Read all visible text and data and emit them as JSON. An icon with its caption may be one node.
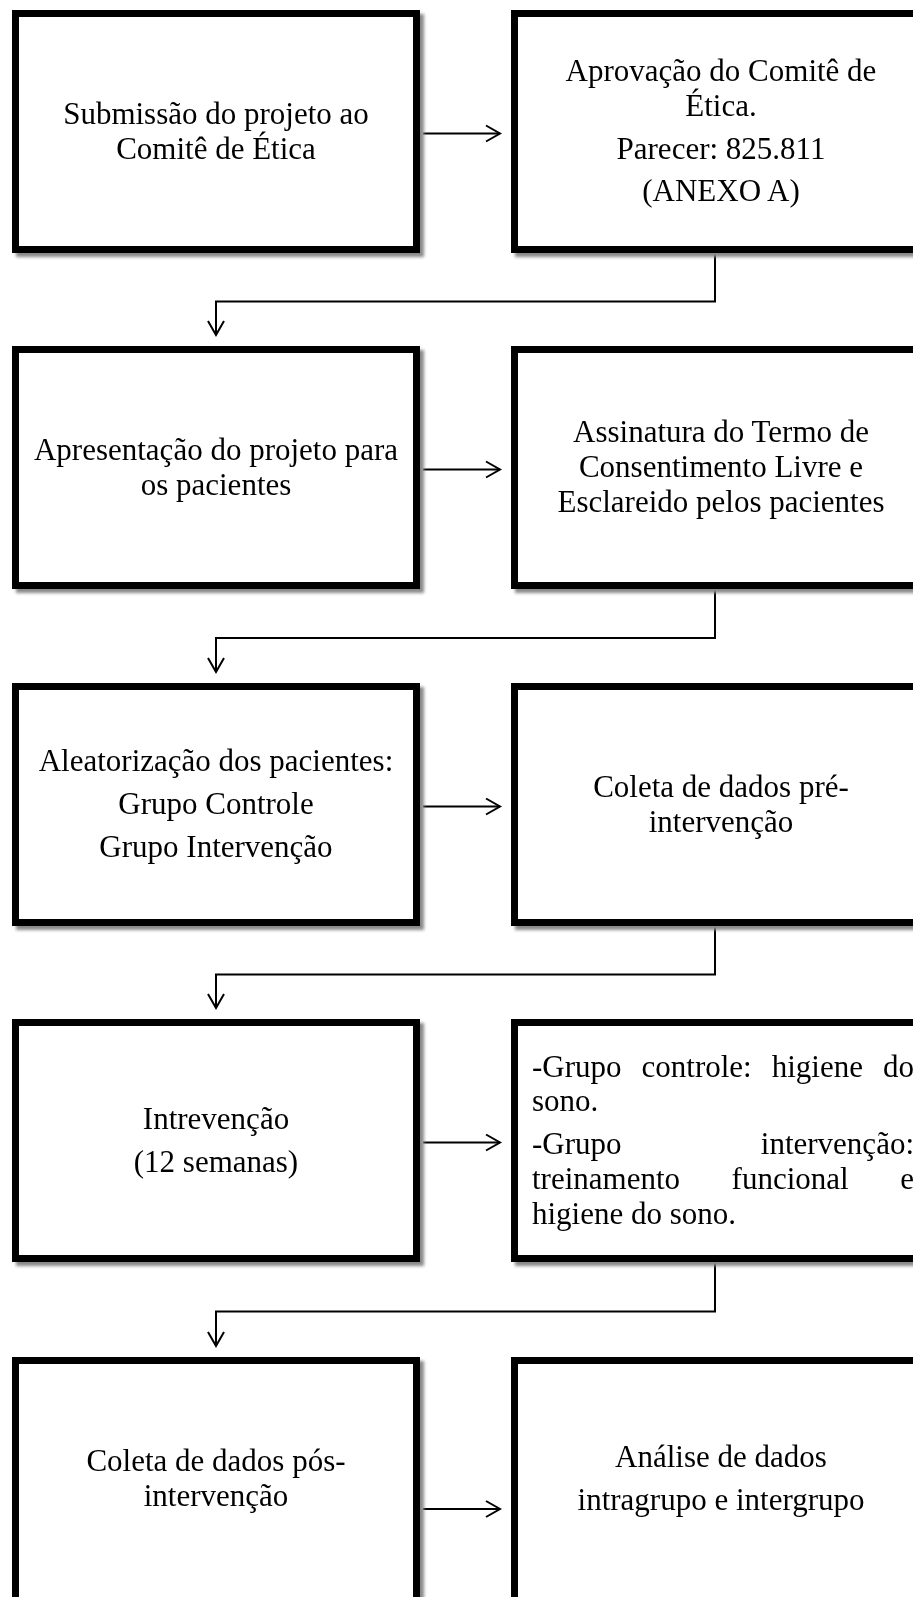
{
  "diagram": {
    "nodes": [
      {
        "text": [
          "Submissão do projeto ao Comitê de Ética"
        ]
      },
      {
        "text": [
          "Aprovação do Comitê de Ética.",
          "Parecer: 825.811",
          "(ANEXO A)"
        ]
      },
      {
        "text": [
          "Apresentação do projeto para os pacientes"
        ]
      },
      {
        "text": [
          "Assinatura do Termo de Consentimento Livre e Esclareido pelos pacientes"
        ]
      },
      {
        "text": [
          "Aleatorização dos pacientes:",
          "Grupo Controle",
          "Grupo Intervenção"
        ]
      },
      {
        "text": [
          "Coleta de dados pré-intervenção"
        ]
      },
      {
        "text": [
          "Intrevenção",
          "(12 semanas)"
        ]
      },
      {
        "text": [
          "-Grupo controle: higiene do sono.",
          "-Grupo intervenção: treinamento funcional e higiene do sono."
        ]
      },
      {
        "text": [
          "Coleta de dados pós-intervenção"
        ]
      },
      {
        "text": [
          "Análise de dados",
          "intragrupo e intergrupo"
        ]
      }
    ],
    "edges": [
      {
        "from": 0,
        "to": 1,
        "arrow": "to"
      },
      {
        "from": 1,
        "to": 2,
        "arrow": "to"
      },
      {
        "from": 2,
        "to": 3,
        "arrow": "to"
      },
      {
        "from": 3,
        "to": 4,
        "arrow": "to"
      },
      {
        "from": 4,
        "to": 5,
        "arrow": "to"
      },
      {
        "from": 5,
        "to": 6,
        "arrow": "to"
      },
      {
        "from": 6,
        "to": 7,
        "arrow": "to"
      },
      {
        "from": 7,
        "to": 8,
        "arrow": "to"
      },
      {
        "from": 8,
        "to": 9,
        "arrow": "to"
      }
    ]
  }
}
